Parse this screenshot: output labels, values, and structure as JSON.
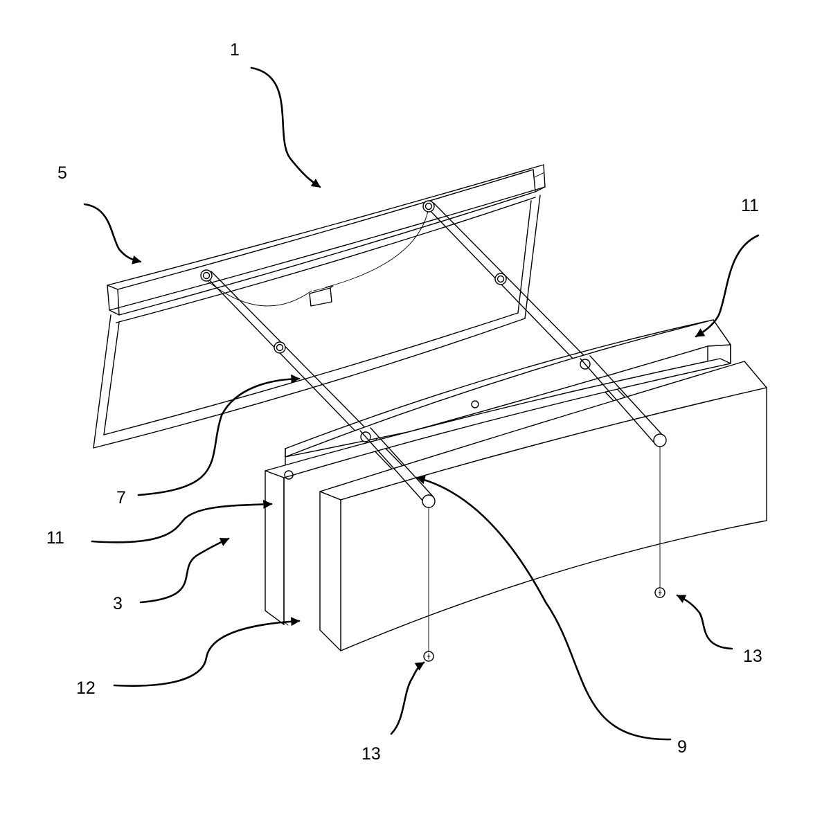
{
  "figure": {
    "reference_numerals": {
      "n1": "1",
      "n5": "5",
      "n11_top": "11",
      "n7": "7",
      "n11_left": "11",
      "n3": "3",
      "n12": "12",
      "n13_right": "13",
      "n13_bottom": "13",
      "n9": "9"
    }
  }
}
